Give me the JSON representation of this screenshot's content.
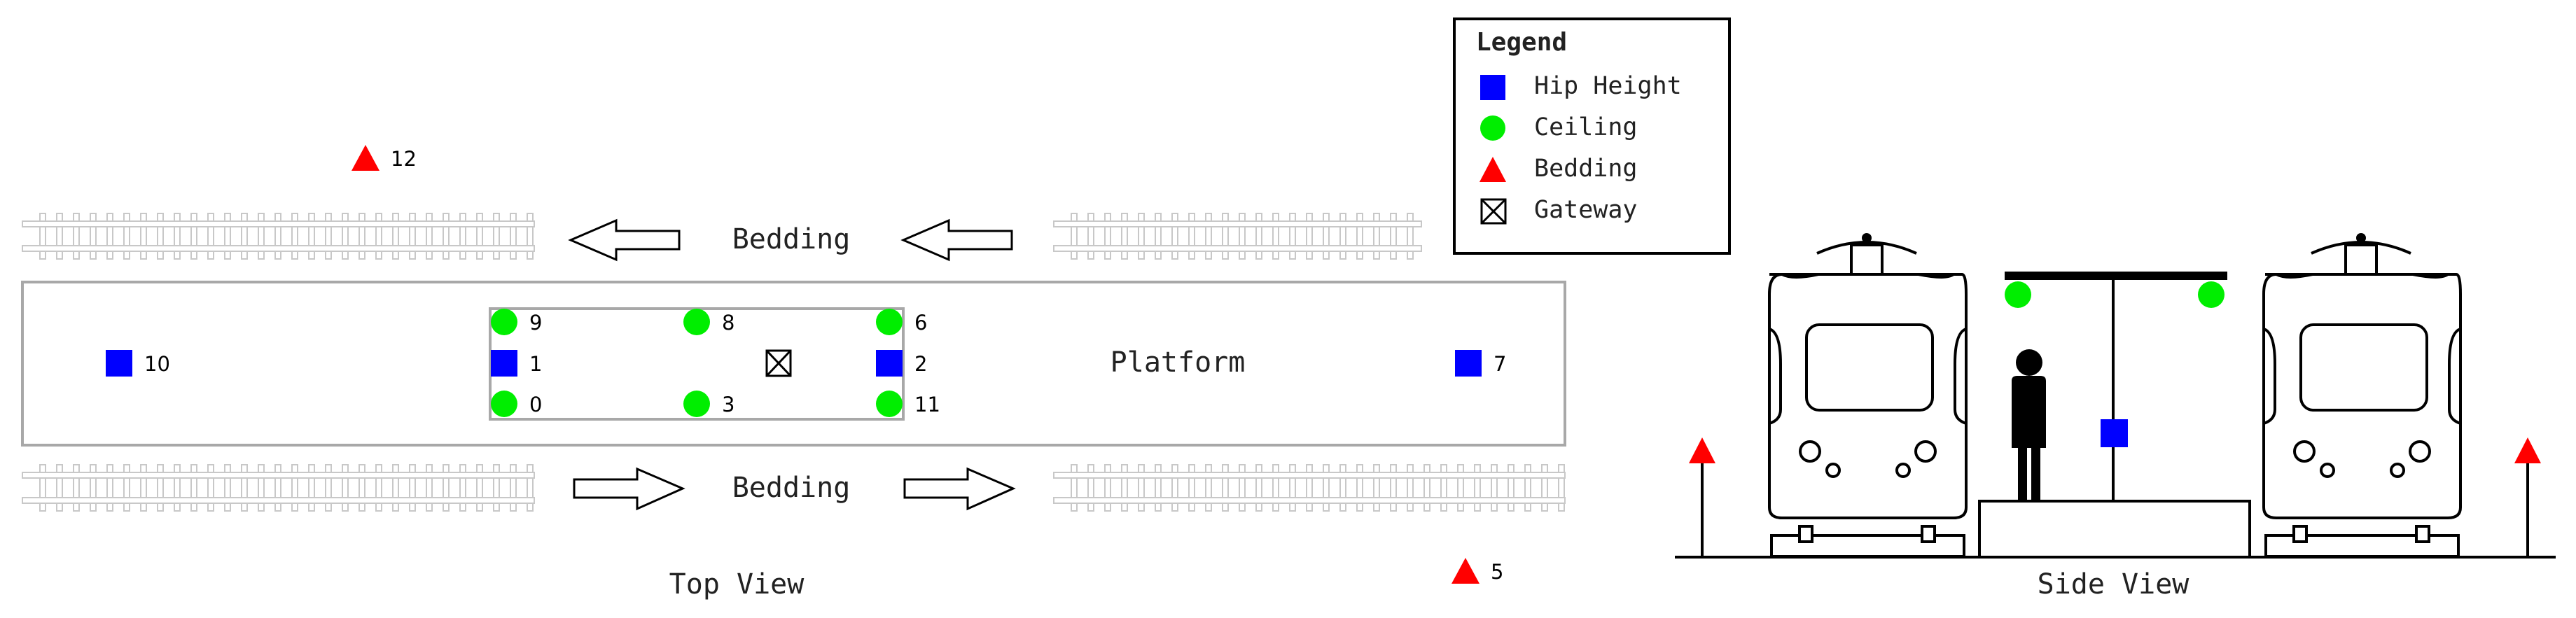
{
  "legend": {
    "title": "Legend",
    "items": [
      {
        "label": "Hip Height",
        "icon": "blue-square-icon",
        "color": "#0000ff"
      },
      {
        "label": "Ceiling",
        "icon": "green-circle-icon",
        "color": "#00ee00"
      },
      {
        "label": "Bedding",
        "icon": "red-triangle-icon",
        "color": "#ff0000"
      },
      {
        "label": "Gateway",
        "icon": "crossed-box-icon",
        "color": "#000000"
      }
    ]
  },
  "top_view": {
    "caption": "Top View",
    "platform_label": "Platform",
    "bedding_top_label": "Bedding",
    "bedding_bottom_label": "Bedding",
    "markers": [
      {
        "id": "0",
        "kind": "ceiling"
      },
      {
        "id": "1",
        "kind": "hip"
      },
      {
        "id": "2",
        "kind": "hip"
      },
      {
        "id": "3",
        "kind": "ceiling"
      },
      {
        "id": "5",
        "kind": "bedding"
      },
      {
        "id": "6",
        "kind": "ceiling"
      },
      {
        "id": "7",
        "kind": "hip"
      },
      {
        "id": "8",
        "kind": "ceiling"
      },
      {
        "id": "9",
        "kind": "ceiling"
      },
      {
        "id": "10",
        "kind": "hip"
      },
      {
        "id": "11",
        "kind": "ceiling"
      },
      {
        "id": "12",
        "kind": "bedding"
      }
    ]
  },
  "side_view": {
    "caption": "Side View"
  }
}
